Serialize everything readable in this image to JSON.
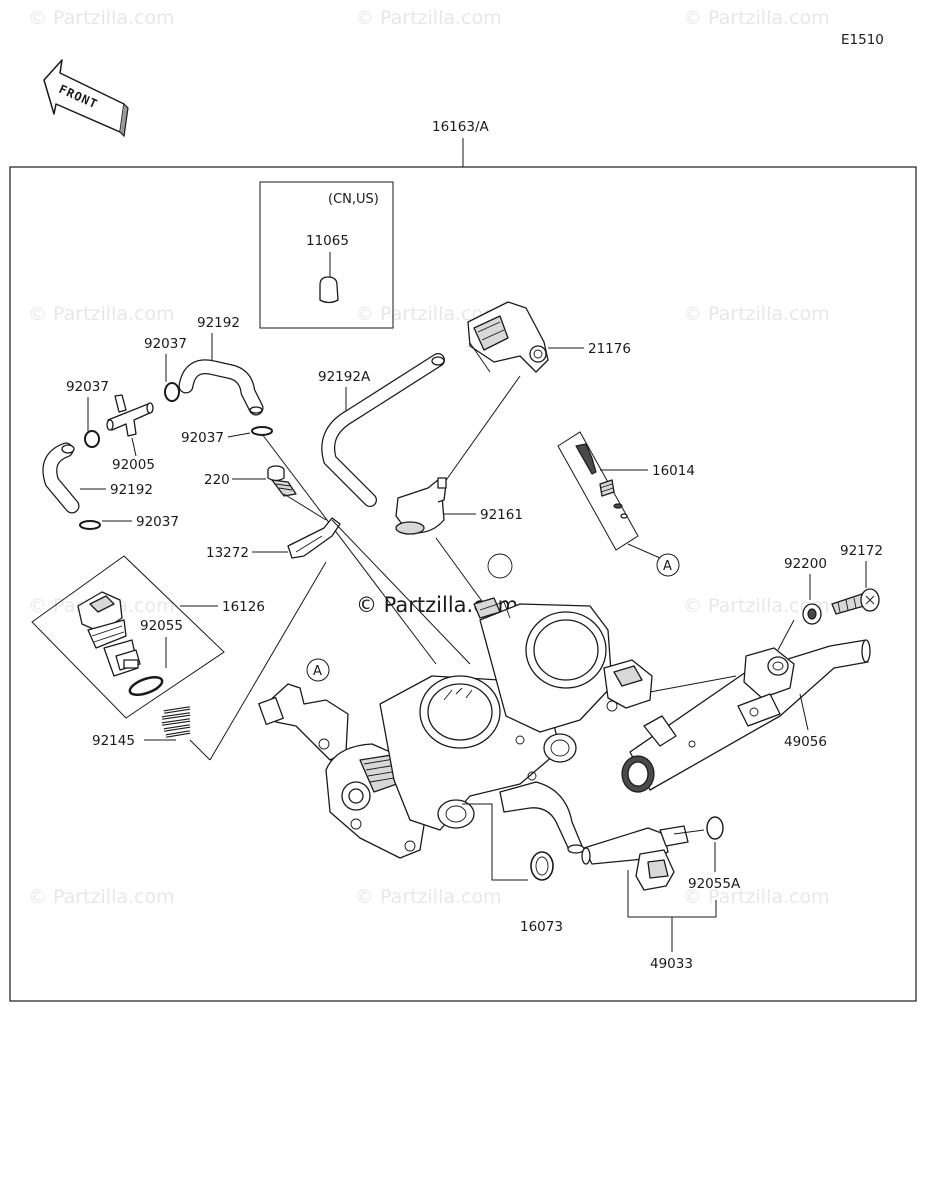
{
  "diagram_code": "E1510",
  "front_label": "FRONT",
  "assembly_label": "16163/A",
  "region_note": "(CN,US)",
  "watermark_text": "© Partzilla.com",
  "callout_letter": "A",
  "parts": {
    "p11065": "11065",
    "p21176": "21176",
    "p92192_top": "92192",
    "p92037_a": "92037",
    "p92192A": "92192A",
    "p92037_b": "92037",
    "p92037_c": "92037",
    "p92005": "92005",
    "p92192_left": "92192",
    "p92037_d": "92037",
    "p220": "220",
    "p13272": "13272",
    "p92161": "92161",
    "p16014": "16014",
    "p16126": "16126",
    "p92055": "92055",
    "p92200": "92200",
    "p92172": "92172",
    "p92145": "92145",
    "p49056": "49056",
    "p16073": "16073",
    "p92055A": "92055A",
    "p49033": "49033"
  }
}
